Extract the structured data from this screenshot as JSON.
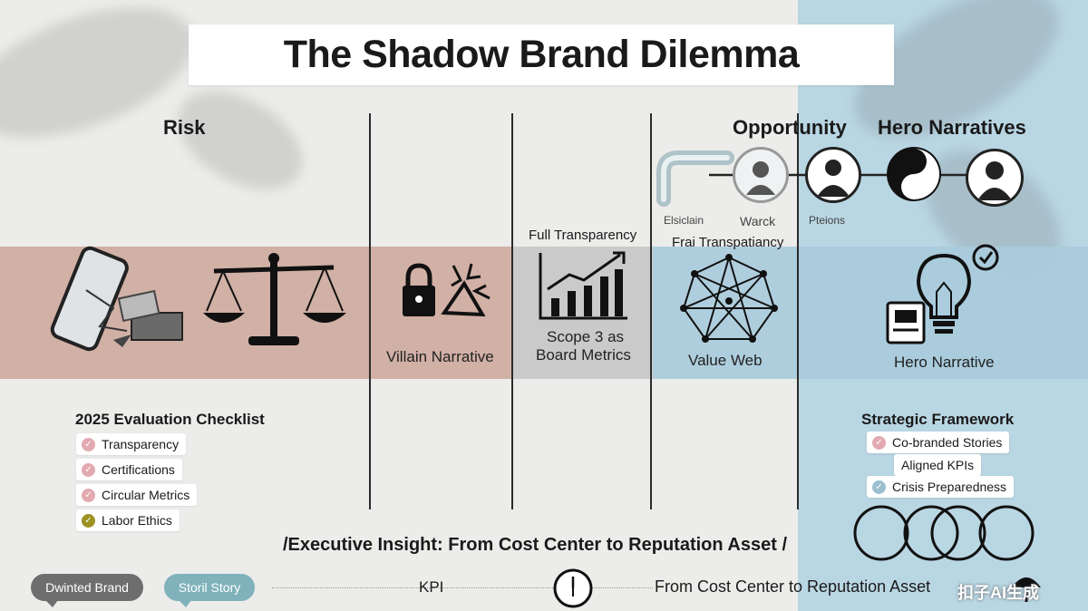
{
  "title": "The Shadow Brand Dilemma",
  "columns": {
    "risk": "Risk",
    "opportunity": "Opportunity",
    "hero_narratives": "Hero Narratives"
  },
  "top_nodes": {
    "elsiclain": "Elsiclain",
    "warck": "Warck",
    "pteions": "Pteions"
  },
  "band": {
    "full_transparency": "Full Transparency",
    "frai_transpatiancy": "Frai Transpatiancy",
    "villain_narrative": "Villain Narrative",
    "scope3_line1": "Scope 3 as",
    "scope3_line2": "Board Metrics",
    "value_web": "Value Web",
    "hero_narrative": "Hero Narrative"
  },
  "checklist": {
    "title": "2025 Evaluation Checklist",
    "items": [
      {
        "label": "Transparency",
        "status": "pink"
      },
      {
        "label": "Certifications",
        "status": "pink"
      },
      {
        "label": "Circular Metrics",
        "status": "pink"
      },
      {
        "label": "Labor Ethics",
        "status": "olive"
      }
    ]
  },
  "framework": {
    "title": "Strategic Framework",
    "items": [
      {
        "label": "Co-branded Stories",
        "status": "pink"
      },
      {
        "label": "Aligned KPIs",
        "status": "none"
      },
      {
        "label": "Crisis Preparedness",
        "status": "blue"
      }
    ]
  },
  "insight": "/Executive Insight: From Cost Center to Reputation Asset /",
  "bottom": {
    "pill_left": "Dwinted Brand",
    "pill_right": "Storil Story",
    "kpi": "KPI",
    "tagline": "From Cost Center to Reputation Asset",
    "watermark": "扣子AI生成"
  },
  "colors": {
    "risk_band": "#cda699",
    "opportunity_band": "#a9cbdb",
    "mid_band": "#c6c6c6",
    "check_pink": "#e3a9b1",
    "check_olive": "#9c9222",
    "check_blue": "#9bbfcf"
  },
  "icons": [
    "smartphone-icon",
    "scales-icon",
    "lock-icon",
    "shattered-icon",
    "bar-chart-icon",
    "network-icon",
    "lightbulb-icon",
    "yin-yang-icon",
    "person-icon",
    "pipe-icon",
    "clock-icon",
    "umbrella-icon"
  ]
}
